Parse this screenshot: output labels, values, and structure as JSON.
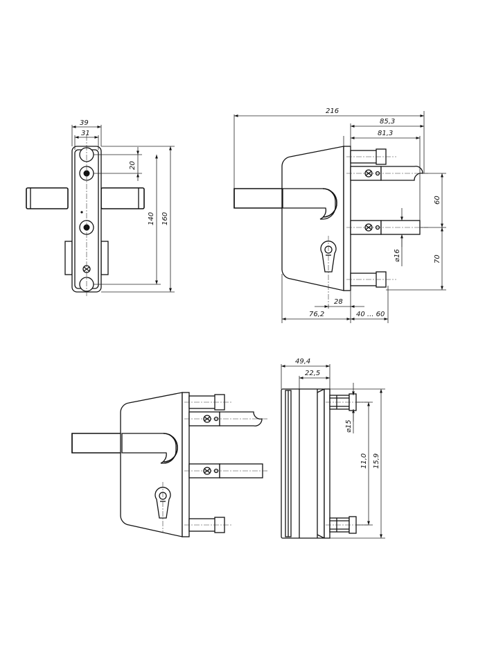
{
  "dimensions": {
    "view1": {
      "width_outer": "39",
      "width_inner": "31",
      "hole_spacing": "20",
      "height_inner": "140",
      "height_outer": "160"
    },
    "view2": {
      "overall_length": "216",
      "length_a": "85,3",
      "length_b": "81,3",
      "bolt_spacing_upper": "60",
      "bolt_spacing_lower": "70",
      "bolt_diameter": "⌀16",
      "cylinder_offset": "28",
      "backset": "76,2",
      "profile_range": "40 ... 60"
    },
    "view4": {
      "depth_outer": "49,4",
      "depth_inner": "22,5",
      "bolt_diameter": "⌀15",
      "height_inner": "11,0",
      "height_outer": "15,9"
    }
  }
}
